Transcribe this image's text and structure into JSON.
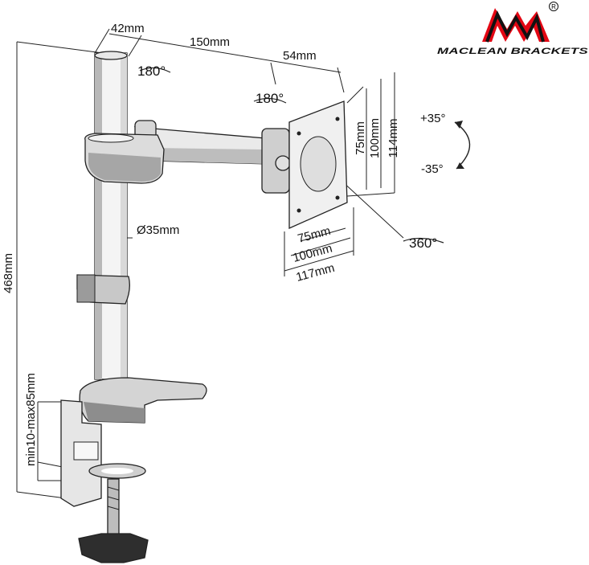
{
  "brand": {
    "name": "MACLEAN BRACKETS",
    "registered_mark": "R",
    "logo_color": "#e30613"
  },
  "dimensions": {
    "pole_width": "42mm",
    "arm_length": "150mm",
    "head_offset": "54mm",
    "pole_diameter": "Ø35mm",
    "total_height": "468mm",
    "desk_thickness": "min10-max85mm",
    "vesa_75_h": "75mm",
    "vesa_100_h": "100mm",
    "plate_h": "114mm",
    "vesa_75_w": "75mm",
    "vesa_100_w": "100mm",
    "plate_w": "117mm"
  },
  "rotations": {
    "pole_swivel": "180°",
    "arm_swivel": "180°",
    "plate_rotation": "360°",
    "tilt_up": "+35°",
    "tilt_down": "-35°"
  }
}
